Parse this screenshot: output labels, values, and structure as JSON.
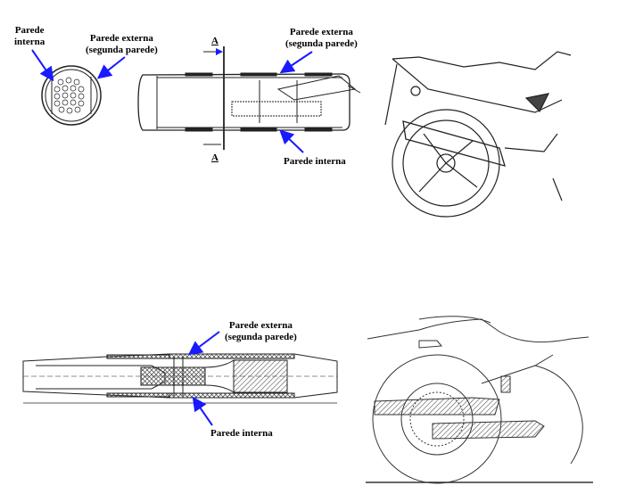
{
  "figure_top": {
    "cross_section": {
      "label_inner": [
        "Parede",
        "interna"
      ],
      "label_outer": [
        "Parede externa",
        "(segunda parede)"
      ]
    },
    "side_view": {
      "section_marker_top": "A",
      "section_marker_bottom": "A",
      "label_outer": [
        "Parede externa",
        "(segunda parede)"
      ],
      "label_inner": "Parede interna"
    },
    "motorcycle": "motorcycle-rear-sport"
  },
  "figure_bottom": {
    "muffler": {
      "label_outer": [
        "Parede externa",
        "(segunda parede)"
      ],
      "label_inner": "Parede interna"
    },
    "motorcycle": "motorcycle-rear-cruiser"
  },
  "colors": {
    "arrow": "#1a1aff",
    "line": "#222222"
  }
}
